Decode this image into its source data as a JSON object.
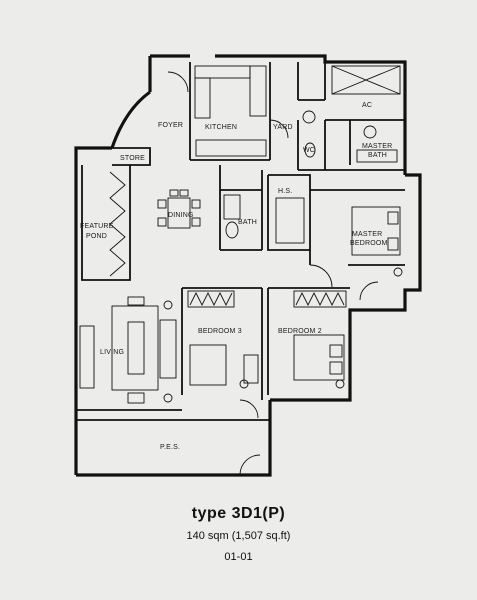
{
  "rooms": {
    "foyer": "FOYER",
    "kitchen": "KITCHEN",
    "yard": "YARD",
    "ac": "AC",
    "store": "STORE",
    "wc": "WC",
    "master_bath_1": "MASTER",
    "master_bath_2": "BATH",
    "dining": "DINING",
    "bath": "BATH",
    "hs": "H.S.",
    "feature_pond_1": "FEATURE",
    "feature_pond_2": "POND",
    "master_bedroom_1": "MASTER",
    "master_bedroom_2": "BEDROOM",
    "living": "LIVING",
    "bedroom3": "BEDROOM 3",
    "bedroom2": "BEDROOM 2",
    "pes": "P.E.S."
  },
  "caption": {
    "type": "type 3D1(P)",
    "area": "140 sqm (1,507 sq.ft)",
    "unit": "01-01"
  }
}
